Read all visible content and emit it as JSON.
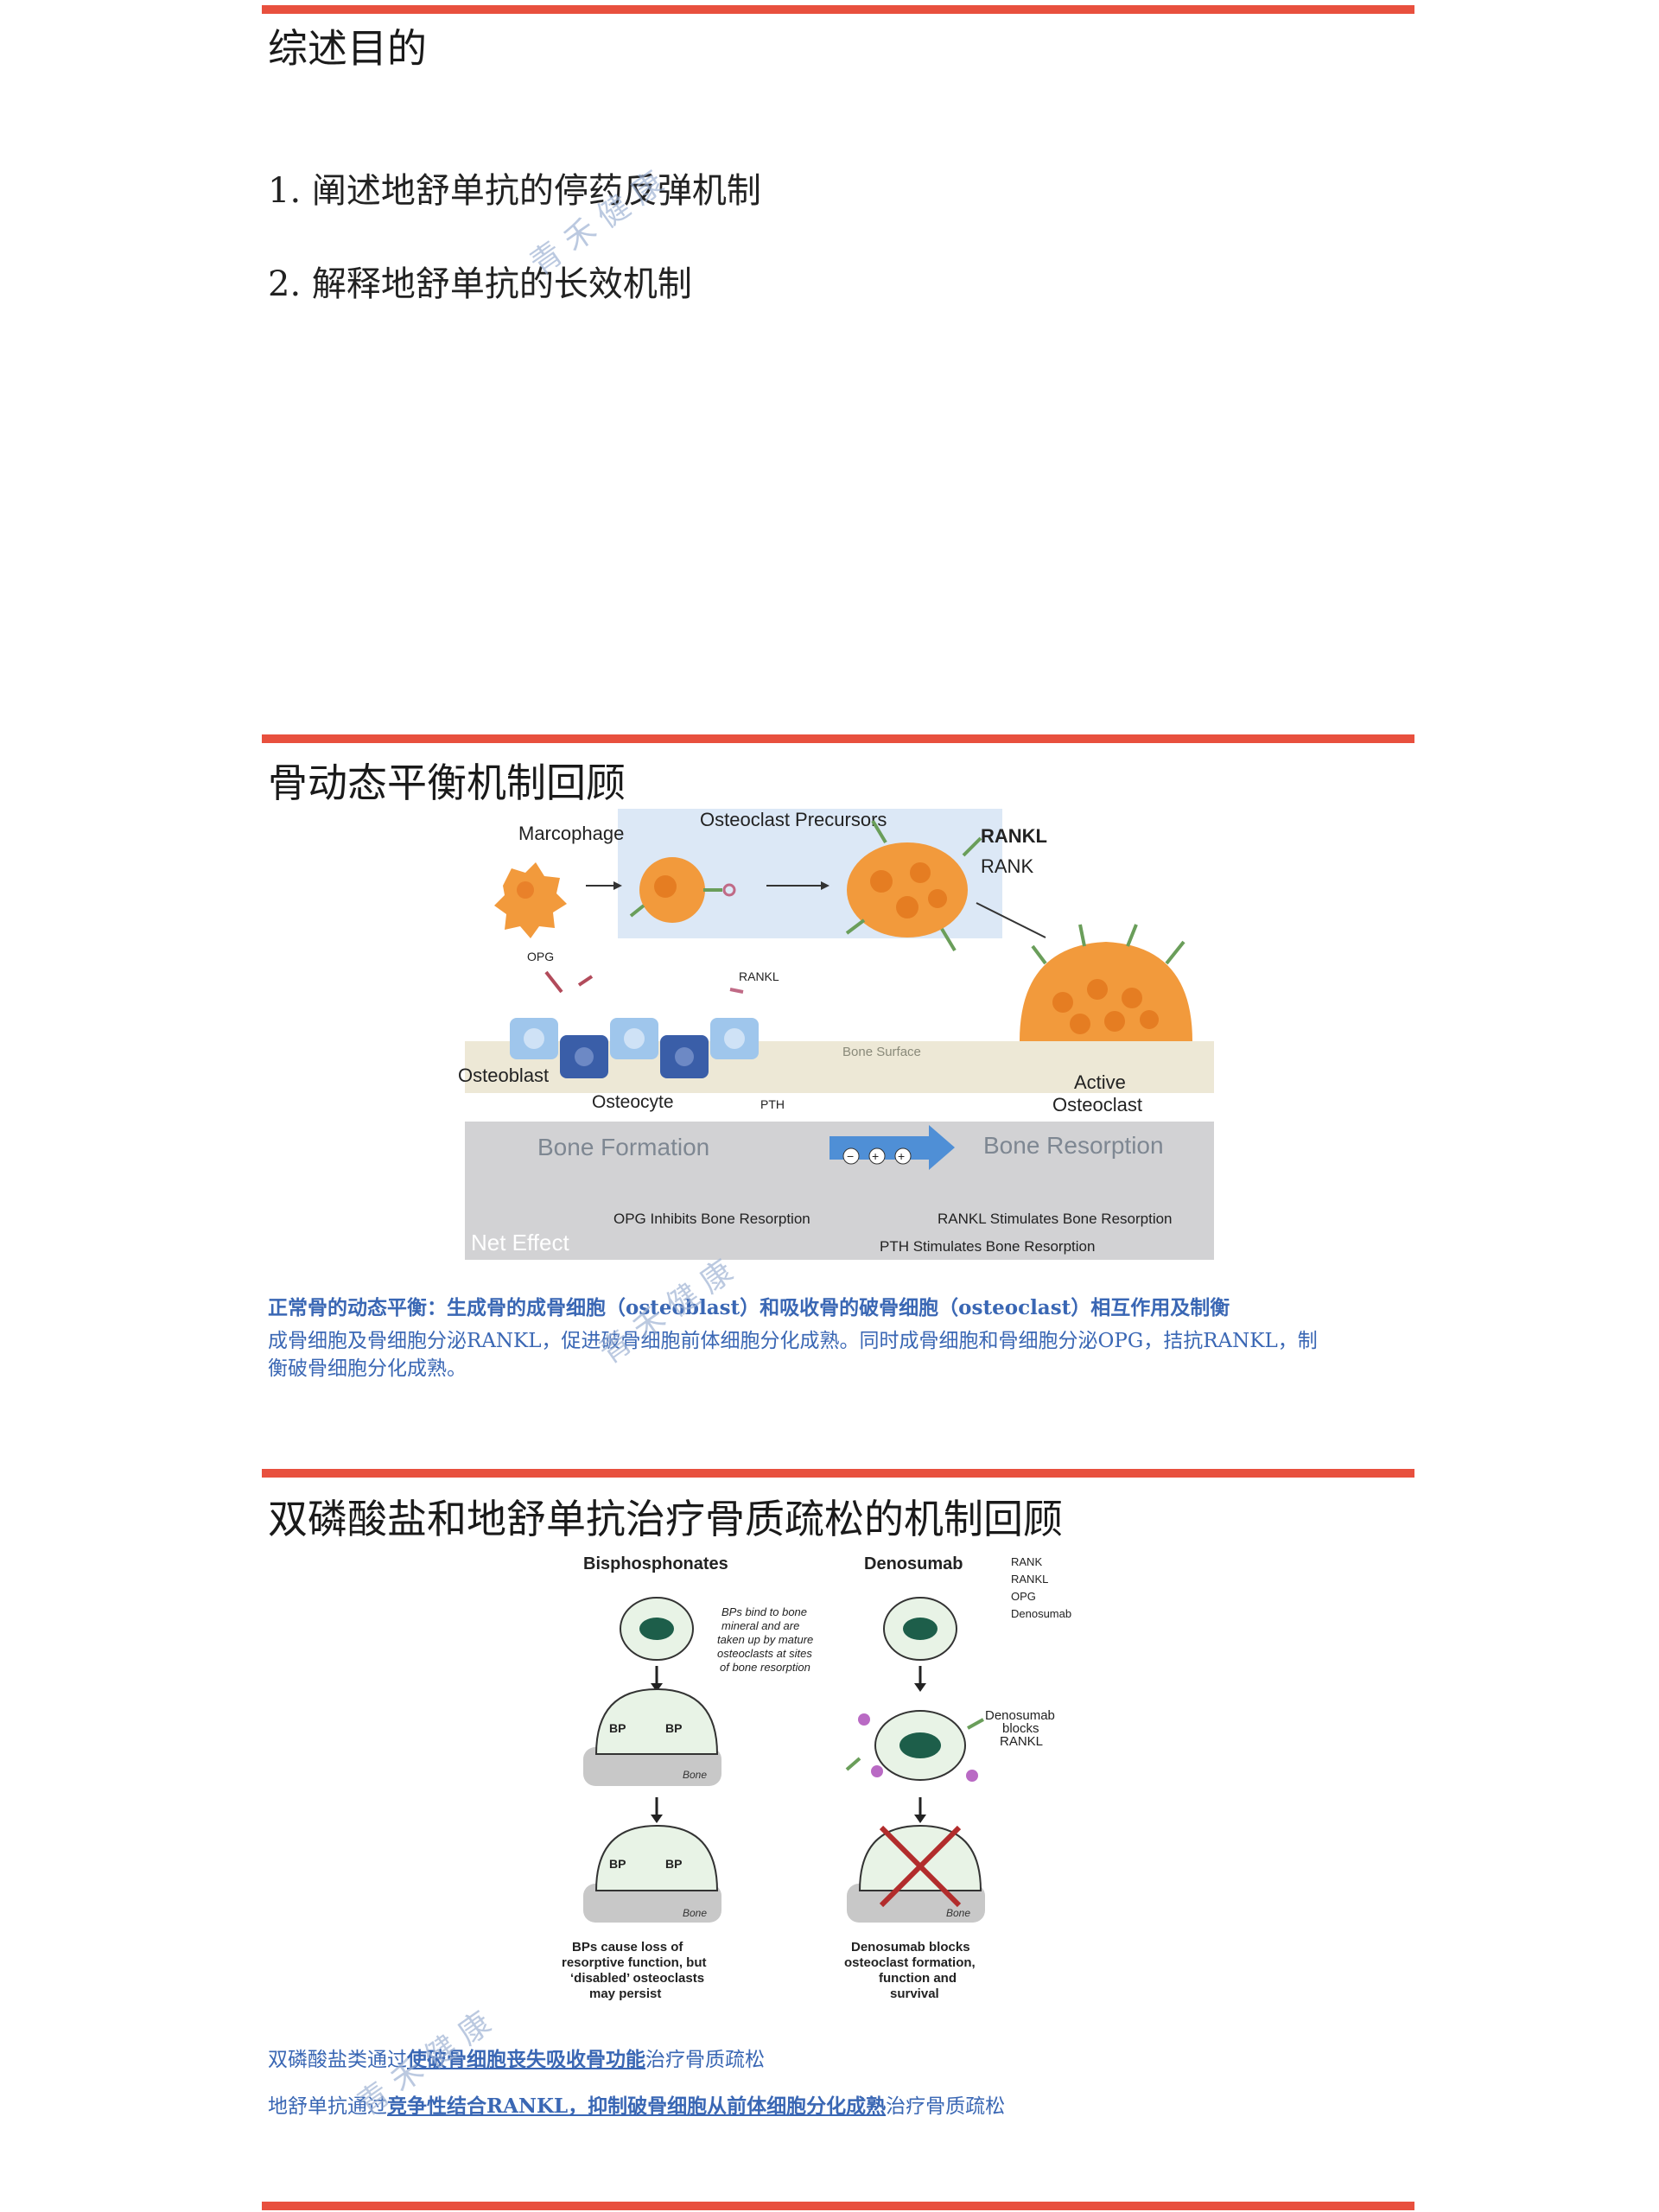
{
  "section1": {
    "title": "综述目的",
    "items": [
      "1. 阐述地舒单抗的停药反弹机制",
      "2. 解释地舒单抗的长效机制"
    ]
  },
  "section2": {
    "title": "骨动态平衡机制回顾",
    "figure": {
      "macrophage": "Marcophage",
      "precursors": "Osteoclast Precursors",
      "rankl": "RANKL",
      "rank": "RANK",
      "opg": "OPG",
      "rankl_small": "RANKL",
      "bone_surface": "Bone Surface",
      "osteoblast": "Osteoblast",
      "osteocyte": "Osteocyte",
      "pth": "PTH",
      "active1": "Active",
      "active2": "Osteoclast",
      "bone_formation": "Bone Formation",
      "bone_resorption": "Bone Resorption",
      "opg_inhibits": "OPG Inhibits Bone Resorption",
      "rankl_stimulates": "RANKL Stimulates Bone Resorption",
      "pth_stimulates": "PTH Stimulates Bone Resorption",
      "net_effect": "Net Effect"
    },
    "caption_bold": "正常骨的动态平衡：生成骨的成骨细胞（osteoblast）和吸收骨的破骨细胞（osteoclast）相互作用及制衡",
    "caption_line2": "成骨细胞及骨细胞分泌RANKL，促进破骨细胞前体细胞分化成熟。同时成骨细胞和骨细胞分泌OPG，拮抗RANKL，制",
    "caption_line3": "衡破骨细胞分化成熟。"
  },
  "section3": {
    "title": "双磷酸盐和地舒单抗治疗骨质疏松的机制回顾",
    "figure": {
      "bp_title": "Bisphosphonates",
      "dmab_title": "Denosumab",
      "legend": [
        "RANK",
        "RANKL",
        "OPG",
        "Denosumab"
      ],
      "bp_note": [
        "BPs bind to bone",
        "mineral and are",
        "taken up by mature",
        "osteoclasts at sites",
        "of bone resorption"
      ],
      "bp_label": "BP",
      "bone": "Bone",
      "blocks_note": [
        "Denosumab",
        "blocks",
        "RANKL"
      ],
      "bp_caption": [
        "BPs cause loss of",
        "resorptive function, but",
        "‘disabled’ osteoclasts",
        "may persist"
      ],
      "dmab_caption": [
        "Denosumab blocks",
        "osteoclast formation,",
        "function and",
        "survival"
      ]
    },
    "line1_pre": "双磷酸盐类通过",
    "line1_u": "使破骨细胞丧失吸收骨功能",
    "line1_post": "治疗骨质疏松",
    "line2_pre": "地舒单抗通过",
    "line2_u": "竞争性结合RANKL，抑制破骨细胞从前体细胞分化成熟",
    "line2_post": "治疗骨质疏松"
  },
  "watermark": [
    "青 禾 健 康",
    "青 禾 健 康",
    "青 禾 健 康"
  ],
  "colors": {
    "accent_red": "#e8503e",
    "caption_blue": "#3a67b4",
    "osteoclast_orange": "#f2993a"
  }
}
